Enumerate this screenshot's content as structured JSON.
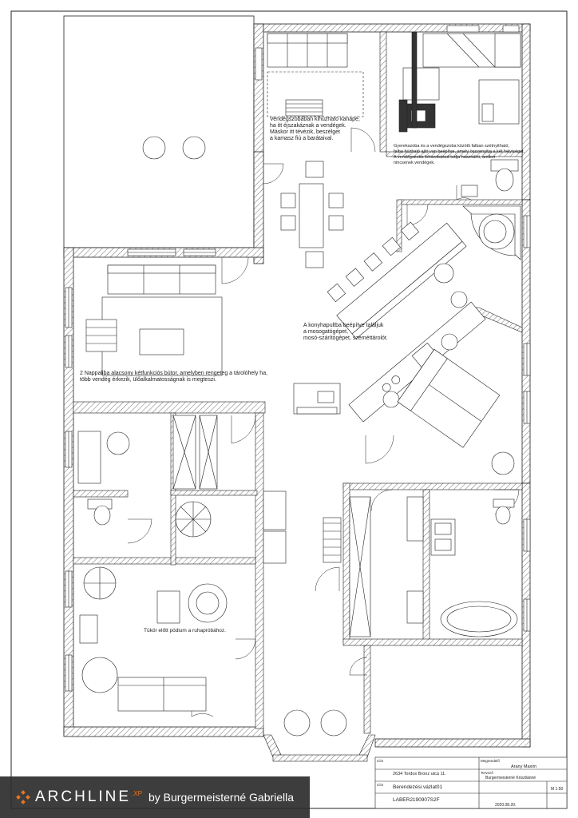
{
  "notes": {
    "guest_sofa": "Vendégszobában kihúzható kanapé,\nha itt éjszakáznak a vendégek.\nMáskor itt tévézik, beszélget\na kamasz fiú a barátaival.",
    "sliding_wall": "Gyerekszoba és a vendégszoba közötti falban szétnyitható,\nfalba húzható ajtó van beépítve, amely összenyitja a két helyiséget,\nA vendégszoba kétszobássá tudja használni, amikor\nnincsenek vendégek.",
    "kitchen": "A konyhapultba beépítve találjuk\na mosogatógépet,\nmosó-szárítógépet, szeméttárolót.",
    "living": "2 Nappaliba alacsony kétfunkciós bútor, amelyben rengeteg a tárolóhely ha,\ntöbb vendég érkezik, ülőalkalmatosságnak is megteszi.",
    "podium": "Tükör előtt pódium a ruhapróbához."
  },
  "title_block": {
    "cim_label": "Cím",
    "address": "2634 Tordos Bronz utca 11.",
    "cim2_label": "Cím",
    "drawing_name": "Berendezési vázlat01",
    "code": "LABER2190907S2F",
    "date": "2020.08.20.",
    "megrendelo_label": "Megrendelő",
    "client": "Arany Maxim",
    "tervezo_label": "Tervező",
    "designer": "Burgermeisterné Krisztiánné",
    "scale": "M 1:50"
  },
  "brand": {
    "logo_text": "ARCHLINE",
    "logo_suffix": ".XP",
    "by_text": "by Burgermeisterné Gabriella",
    "accent": "#e87722",
    "bar_color": "#2d2d2d"
  }
}
